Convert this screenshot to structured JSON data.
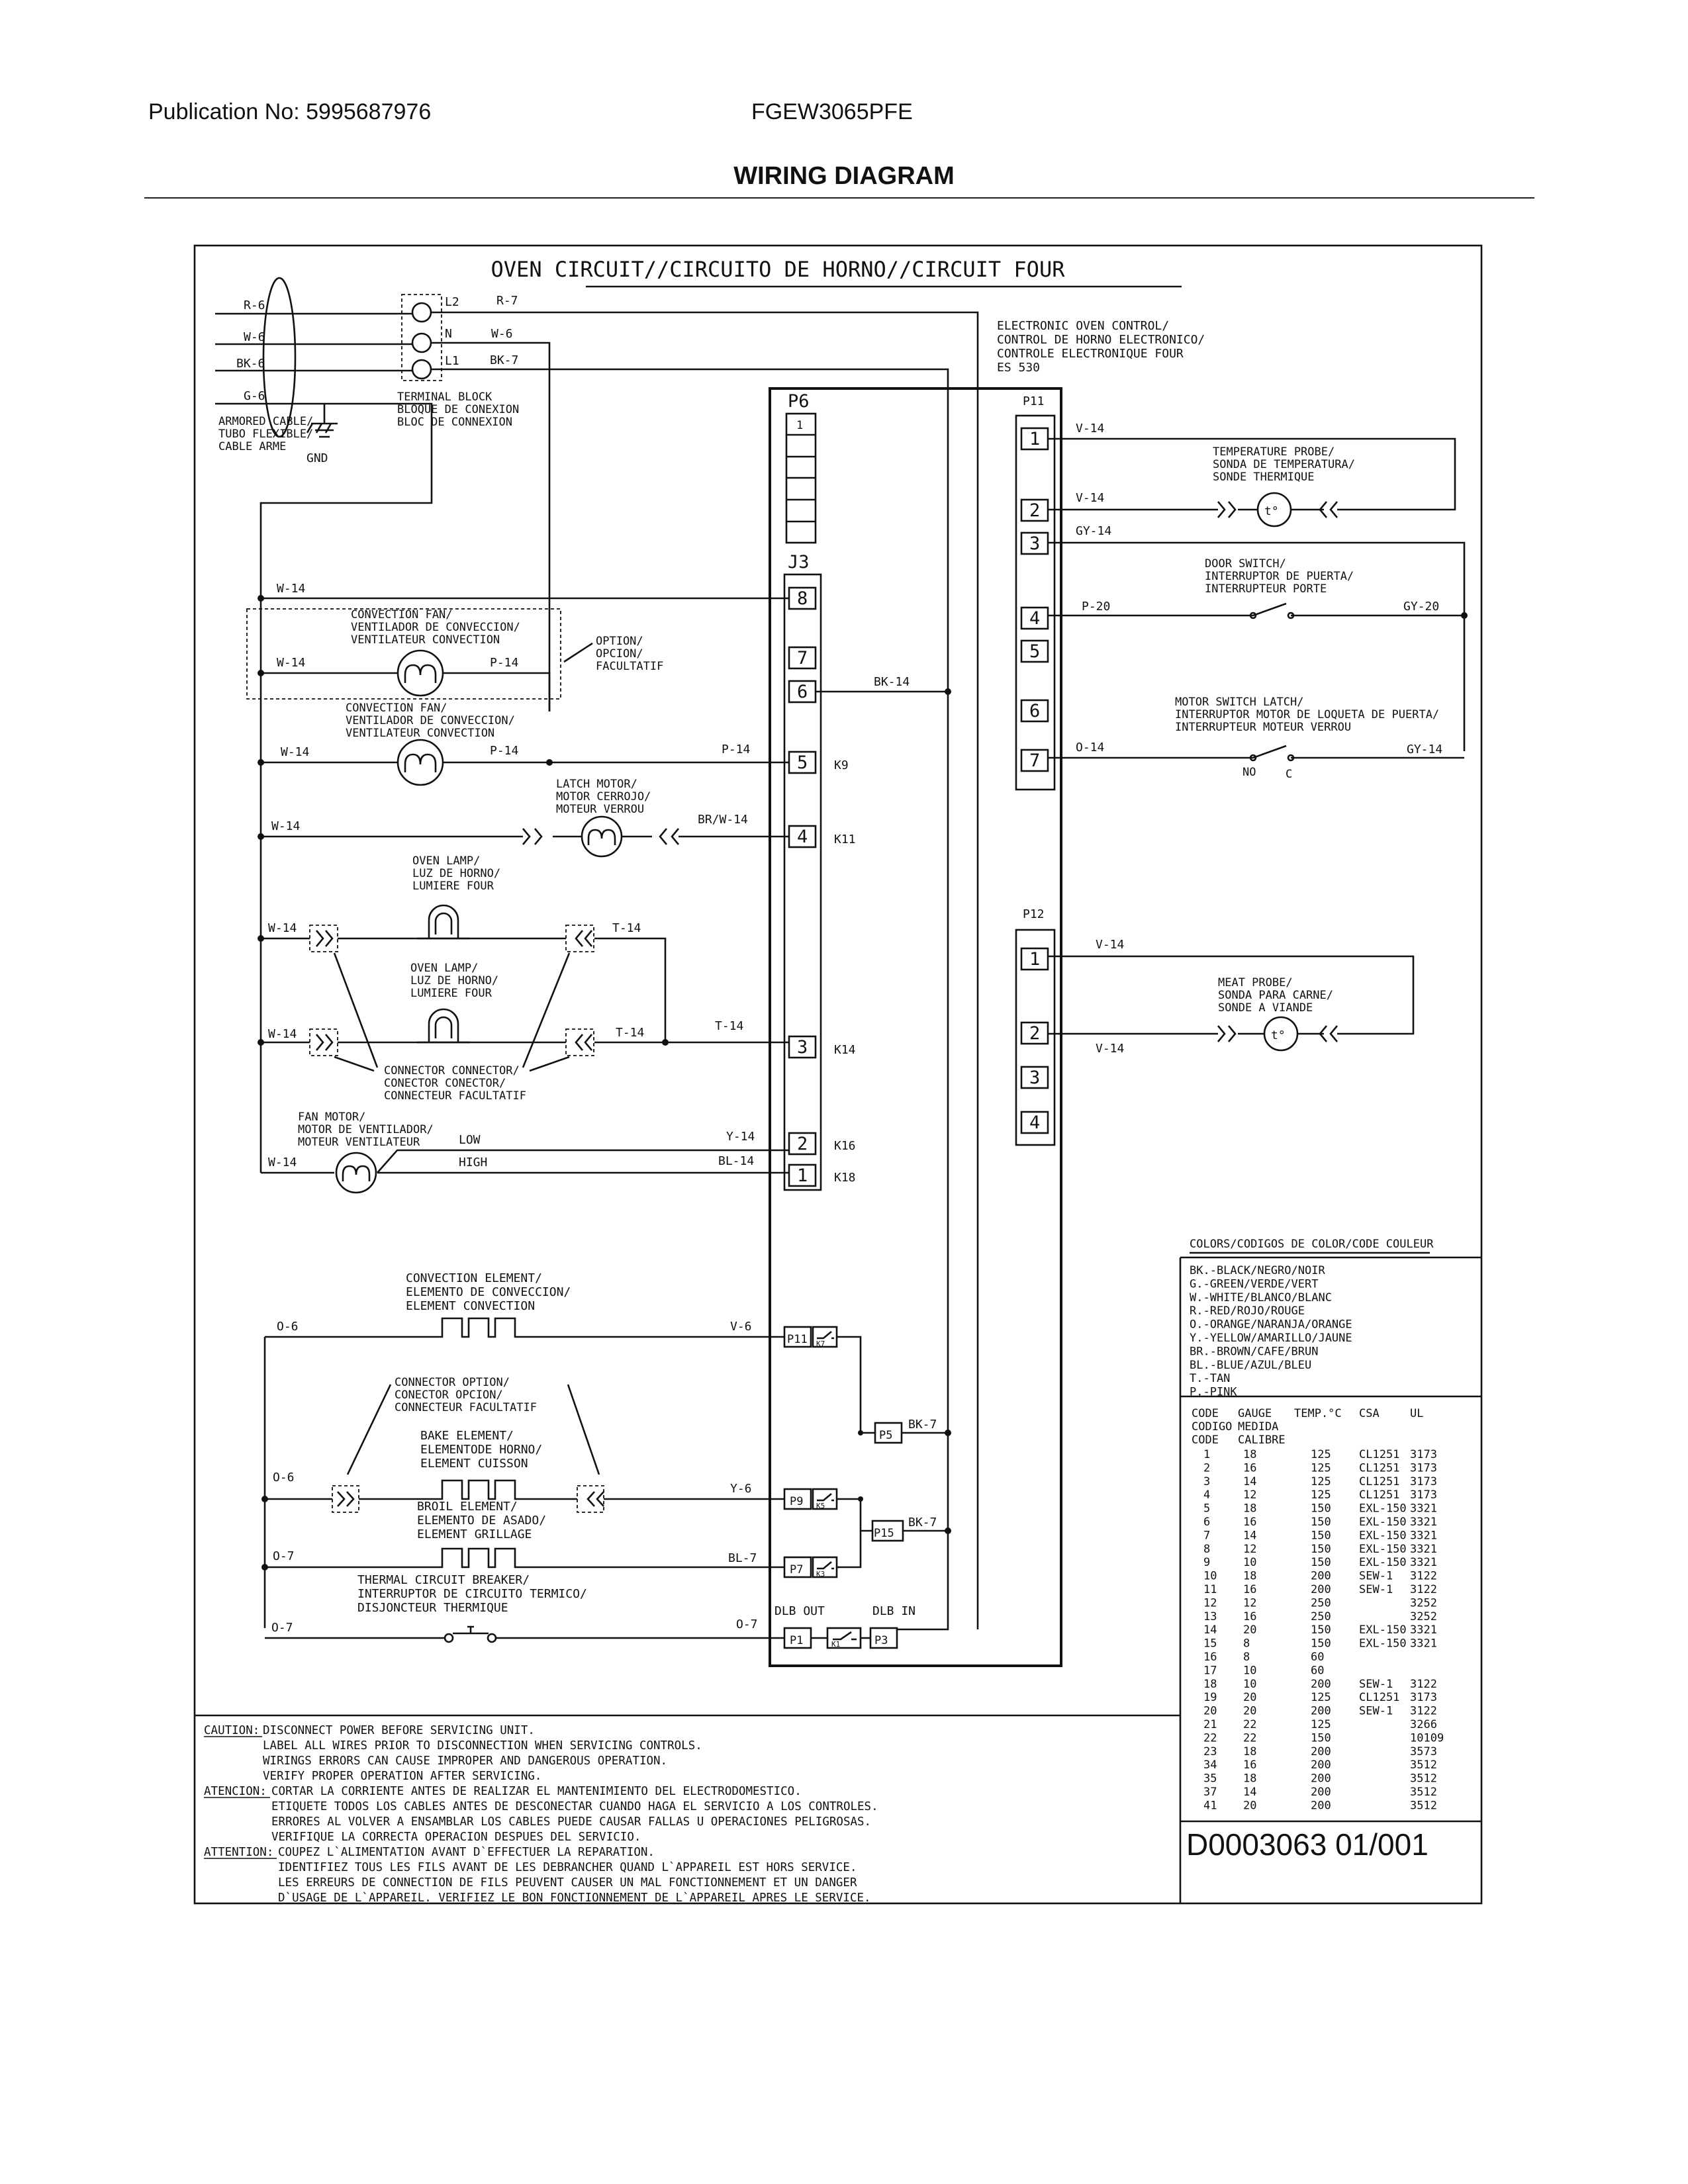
{
  "header": {
    "publication": "Publication No: 5995687976",
    "model": "FGEW3065PFE",
    "title": "WIRING DIAGRAM"
  },
  "diagram": {
    "title": "OVEN CIRCUIT//CIRCUITO DE HORNO//CIRCUIT FOUR",
    "power": {
      "wires": [
        "R-6",
        "W-6",
        "BK-6",
        "G-6"
      ],
      "armored_cable": [
        "ARMORED CABLE/",
        "TUBO FLEXIBLE/",
        "CABLE ARME"
      ],
      "gnd": "GND",
      "terminal_block": [
        "TERMINAL BLOCK",
        "BLOQUE DE CONEXION",
        "BLOC DE CONNEXION"
      ],
      "terminals": [
        "L2",
        "N",
        "L1"
      ],
      "out_wires": [
        "R-7",
        "W-6",
        "BK-7"
      ]
    },
    "control": {
      "label": [
        "ELECTRONIC OVEN CONTROL/",
        "CONTROL DE HORNO ELECTRONICO/",
        "CONTROLE ELECTRONIQUE FOUR",
        "ES 530"
      ],
      "p6": "P6",
      "p6_pin": "1",
      "j3": "J3",
      "j3_pins": [
        "8",
        "7",
        "6",
        "5",
        "4",
        "3",
        "2",
        "1"
      ],
      "relays": [
        "K9",
        "K11",
        "K14",
        "K16",
        "K18"
      ],
      "p11": "P11",
      "p11_pins": [
        "1",
        "2",
        "3",
        "4",
        "5",
        "6",
        "7"
      ],
      "p12": "P12",
      "p12_pins": [
        "1",
        "2",
        "3",
        "4"
      ]
    },
    "components": {
      "conv_fan_1": [
        "CONVECTION FAN/",
        "VENTILADOR DE CONVECCION/",
        "VENTILATEUR CONVECTION"
      ],
      "option": [
        "OPTION/",
        "OPCION/",
        "FACULTATIF"
      ],
      "conv_fan_2": [
        "CONVECTION FAN/",
        "VENTILADOR DE CONVECCION/",
        "VENTILATEUR CONVECTION"
      ],
      "latch_motor": [
        "LATCH MOTOR/",
        "MOTOR CERROJO/",
        "MOTEUR VERROU"
      ],
      "oven_lamp_1": [
        "OVEN LAMP/",
        "LUZ DE HORNO/",
        "LUMIERE FOUR"
      ],
      "oven_lamp_2": [
        "OVEN LAMP/",
        "LUZ DE HORNO/",
        "LUMIERE FOUR"
      ],
      "connector": [
        "CONNECTOR CONNECTOR/",
        "CONECTOR CONECTOR/",
        "CONNECTEUR FACULTATIF"
      ],
      "fan_motor": [
        "FAN MOTOR/",
        "MOTOR DE VENTILADOR/",
        "MOTEUR VENTILATEUR"
      ],
      "low": "LOW",
      "high": "HIGH",
      "temp_probe": [
        "TEMPERATURE PROBE/",
        "SONDA DE TEMPERATURA/",
        "SONDE THERMIQUE"
      ],
      "door_switch": [
        "DOOR SWITCH/",
        "INTERRUPTOR DE PUERTA/",
        "INTERRUPTEUR PORTE"
      ],
      "motor_switch": [
        "MOTOR SWITCH LATCH/",
        "INTERRUPTOR MOTOR DE LOQUETA DE PUERTA/",
        "INTERRUPTEUR MOTEUR VERROU"
      ],
      "no": "NO",
      "c": "C",
      "meat_probe": [
        "MEAT PROBE/",
        "SONDA PARA CARNE/",
        "SONDE A VIANDE"
      ],
      "probe_symbol": "t°",
      "conv_element": [
        "CONVECTION ELEMENT/",
        "ELEMENTO DE CONVECCION/",
        "ELEMENT CONVECTION"
      ],
      "connector_option": [
        "CONNECTOR OPTION/",
        "CONECTOR OPCION/",
        "CONNECTEUR FACULTATIF"
      ],
      "bake_element": [
        "BAKE ELEMENT/",
        "ELEMENTODE HORNO/",
        "ELEMENT CUISSON"
      ],
      "broil_element": [
        "BROIL ELEMENT/",
        "ELEMENTO DE ASADO/",
        "ELEMENT GRILLAGE"
      ],
      "thermal_breaker": [
        "THERMAL CIRCUIT BREAKER/",
        "INTERRUPTOR DE CIRCUITO TERMICO/",
        "DISJONCTEUR THERMIQUE"
      ],
      "dlb_out": "DLB OUT",
      "dlb_in": "DLB IN",
      "relay_boxes": [
        "P11",
        "P9",
        "P7",
        "P1",
        "P5",
        "P15",
        "P3"
      ],
      "relay_contacts": [
        "K7",
        "K5",
        "K3",
        "K1"
      ]
    },
    "wire_labels": {
      "w14": "W-14",
      "p14": "P-14",
      "bk14": "BK-14",
      "brw14": "BR/W-14",
      "t14": "T-14",
      "y14": "Y-14",
      "bl14": "BL-14",
      "v14": "V-14",
      "gy14": "GY-14",
      "p20": "P-20",
      "gy20": "GY-20",
      "o14": "O-14",
      "o6": "O-6",
      "v6": "V-6",
      "y6": "Y-6",
      "o7": "O-7",
      "bl7": "BL-7",
      "bk7": "BK-7"
    },
    "colors": {
      "heading": "COLORS/CODIGOS DE COLOR/CODE COULEUR",
      "items": [
        "BK.-BLACK/NEGRO/NOIR",
        "G.-GREEN/VERDE/VERT",
        "W.-WHITE/BLANCO/BLANC",
        "R.-RED/ROJO/ROUGE",
        "O.-ORANGE/NARANJA/ORANGE",
        "Y.-YELLOW/AMARILLO/JAUNE",
        "BR.-BROWN/CAFE/BRUN",
        "BL.-BLUE/AZUL/BLEU",
        "T.-TAN",
        "P.-PINK"
      ]
    },
    "gauge_table": {
      "headers": [
        "CODE",
        "GAUGE",
        "TEMP.°C",
        "CSA",
        "UL"
      ],
      "headers_2": [
        "CODIGO",
        "MEDIDA"
      ],
      "headers_3": [
        "CODE",
        "CALIBRE"
      ],
      "rows": [
        [
          "1",
          "18",
          "125",
          "CL1251",
          "3173"
        ],
        [
          "2",
          "16",
          "125",
          "CL1251",
          "3173"
        ],
        [
          "3",
          "14",
          "125",
          "CL1251",
          "3173"
        ],
        [
          "4",
          "12",
          "125",
          "CL1251",
          "3173"
        ],
        [
          "5",
          "18",
          "150",
          "EXL-150",
          "3321"
        ],
        [
          "6",
          "16",
          "150",
          "EXL-150",
          "3321"
        ],
        [
          "7",
          "14",
          "150",
          "EXL-150",
          "3321"
        ],
        [
          "8",
          "12",
          "150",
          "EXL-150",
          "3321"
        ],
        [
          "9",
          "10",
          "150",
          "EXL-150",
          "3321"
        ],
        [
          "10",
          "18",
          "200",
          "SEW-1",
          "3122"
        ],
        [
          "11",
          "16",
          "200",
          "SEW-1",
          "3122"
        ],
        [
          "12",
          "12",
          "250",
          "",
          "3252"
        ],
        [
          "13",
          "16",
          "250",
          "",
          "3252"
        ],
        [
          "14",
          "20",
          "150",
          "EXL-150",
          "3321"
        ],
        [
          "15",
          "8",
          "150",
          "EXL-150",
          "3321"
        ],
        [
          "16",
          "8",
          "60",
          "",
          ""
        ],
        [
          "17",
          "10",
          "60",
          "",
          ""
        ],
        [
          "18",
          "10",
          "200",
          "SEW-1",
          "3122"
        ],
        [
          "19",
          "20",
          "125",
          "CL1251",
          "3173"
        ],
        [
          "20",
          "20",
          "200",
          "SEW-1",
          "3122"
        ],
        [
          "21",
          "22",
          "125",
          "",
          "3266"
        ],
        [
          "22",
          "22",
          "150",
          "",
          "10109"
        ],
        [
          "23",
          "18",
          "200",
          "",
          "3573"
        ],
        [
          "34",
          "16",
          "200",
          "",
          "3512"
        ],
        [
          "35",
          "18",
          "200",
          "",
          "3512"
        ],
        [
          "37",
          "14",
          "200",
          "",
          "3512"
        ],
        [
          "41",
          "20",
          "200",
          "",
          "3512"
        ]
      ]
    },
    "doc_number": "D0003063 01/001",
    "caution": {
      "caution_word": "CAUTION:",
      "caution": [
        "DISCONNECT POWER BEFORE SERVICING UNIT.",
        "LABEL ALL WIRES PRIOR TO DISCONNECTION WHEN SERVICING CONTROLS.",
        "WIRINGS ERRORS CAN CAUSE IMPROPER AND DANGEROUS OPERATION.",
        "VERIFY PROPER OPERATION AFTER SERVICING."
      ],
      "atencion_word": "ATENCION:",
      "atencion": [
        "CORTAR LA CORRIENTE ANTES DE REALIZAR EL MANTENIMIENTO DEL ELECTRODOMESTICO.",
        "ETIQUETE TODOS LOS CABLES ANTES DE DESCONECTAR CUANDO HAGA EL SERVICIO A LOS CONTROLES.",
        "ERRORES AL VOLVER A ENSAMBLAR LOS CABLES PUEDE CAUSAR FALLAS U OPERACIONES PELIGROSAS.",
        "VERIFIQUE LA CORRECTA OPERACION DESPUES DEL SERVICIO."
      ],
      "attention_word": "ATTENTION:",
      "attention": [
        "COUPEZ L`ALIMENTATION AVANT D`EFFECTUER LA REPARATION.",
        "IDENTIFIEZ TOUS LES FILS AVANT DE LES DEBRANCHER QUAND L`APPAREIL EST HORS SERVICE.",
        "LES ERREURS DE CONNECTION DE FILS PEUVENT CAUSER UN MAL FONCTIONNEMENT ET UN DANGER",
        "D`USAGE DE L`APPAREIL. VERIFIEZ LE BON FONCTIONNEMENT DE L`APPAREIL APRES LE SERVICE."
      ]
    }
  }
}
